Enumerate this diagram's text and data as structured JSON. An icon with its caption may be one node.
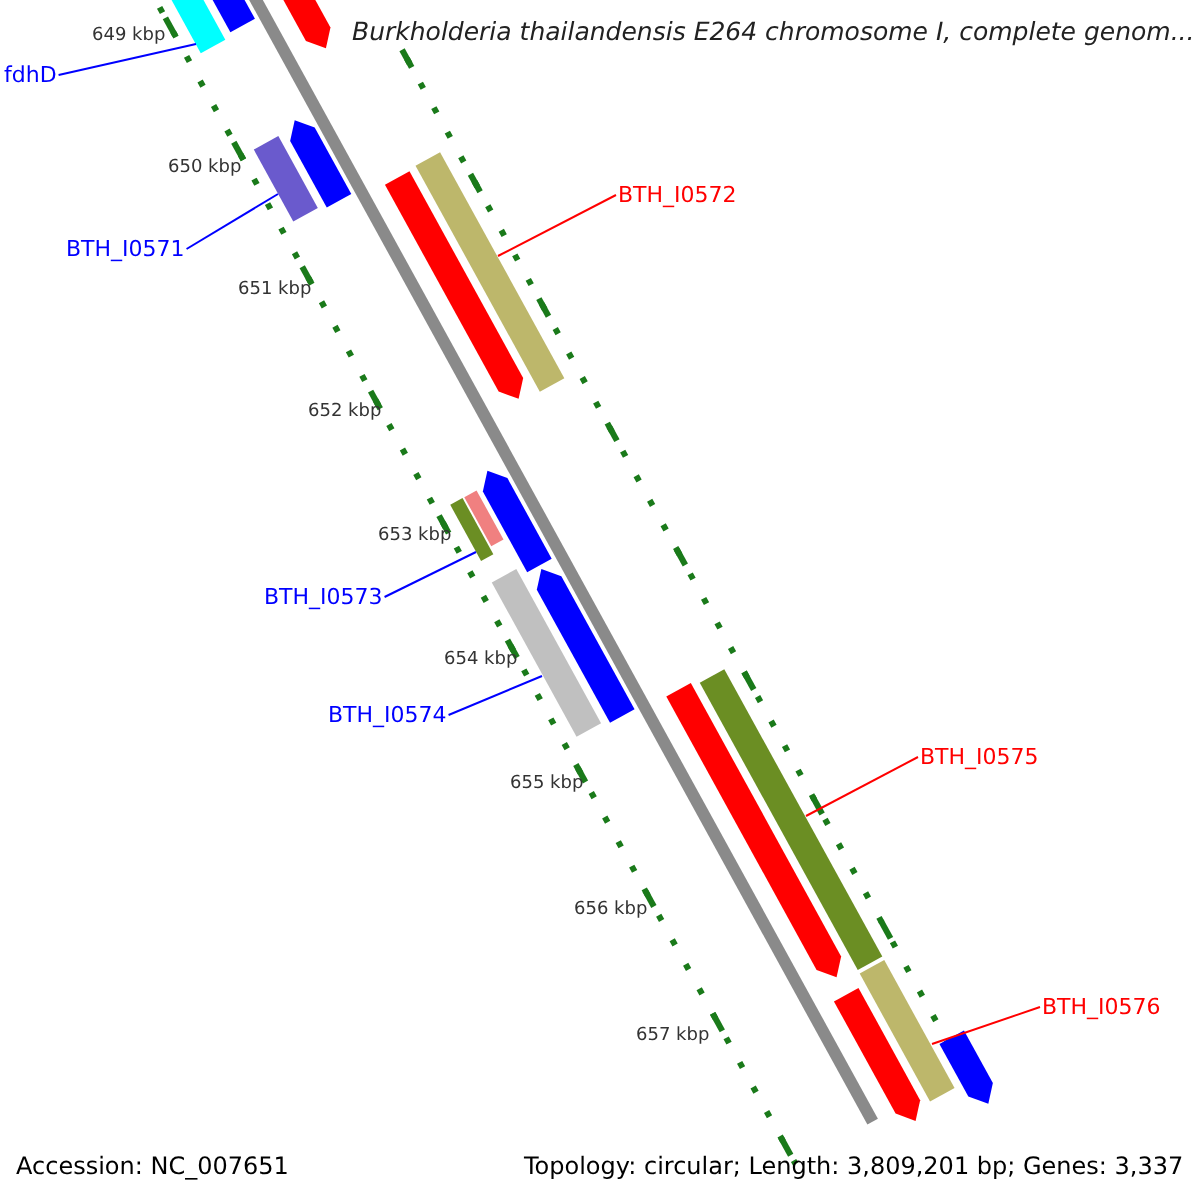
{
  "diagram": {
    "title": "Burkholderia thailandensis E264 chromosome I, complete genom...",
    "nodes": [
      {
        "text": [
          "fdhD"
        ]
      },
      {
        "text": [],
        "shape": "arrow"
      },
      {
        "text": [
          "BTH_I0571"
        ]
      },
      {
        "text": [],
        "shape": "arrow"
      },
      {
        "text": [
          "BTH_I0572"
        ]
      },
      {
        "text": [],
        "shape": "arrow"
      },
      {
        "text": [
          "BTH_I0573"
        ]
      },
      {
        "text": [],
        "shape": "arrow"
      },
      {
        "text": [
          "BTH_I0574"
        ]
      },
      {
        "text": [],
        "shape": "arrow"
      },
      {
        "text": [
          "BTH_I0575"
        ]
      },
      {
        "text": [],
        "shape": "arrow"
      },
      {
        "text": [
          "BTH_I0576"
        ]
      },
      {
        "text": [],
        "shape": "arrow"
      },
      {
        "text": [],
        "shape": "arrow"
      },
      {
        "text": [],
        "shape": "arrow"
      },
      {
        "text": [],
        "shape": "arrow"
      },
      {
        "text": [],
        "shape": "arrow"
      },
      {
        "text": [],
        "shape": "arrow"
      },
      {
        "text": [],
        "shape": "arrow"
      },
      {
        "text": [],
        "shape": "arrow"
      },
      {
        "text": [],
        "shape": "arrow"
      },
      {
        "text": [],
        "shape": "arrow"
      },
      {
        "text": [],
        "shape": "arrow"
      }
    ],
    "edges": [
      {
        "from": 0,
        "to": 1,
        "arrow": "none"
      },
      {
        "from": 2,
        "to": 3,
        "arrow": "none"
      },
      {
        "from": 4,
        "to": 5,
        "arrow": "none",
        "color": "#ff0000"
      },
      {
        "from": 6,
        "to": 7,
        "arrow": "none"
      },
      {
        "from": 8,
        "to": 9,
        "arrow": "none"
      },
      {
        "from": 10,
        "to": 11,
        "arrow": "none",
        "color": "#ff0000"
      },
      {
        "from": 12,
        "to": 13,
        "arrow": "none",
        "color": "#ff0000"
      }
    ],
    "labels": [
      "649 kbp",
      "650 kbp",
      "651 kbp",
      "652 kbp",
      "653 kbp",
      "654 kbp",
      "655 kbp",
      "656 kbp",
      "657 kbp",
      "Accession: NC_007651",
      "Topology: circular; Length: 3,809,201 bp; Genes: 3,337"
    ]
  }
}
